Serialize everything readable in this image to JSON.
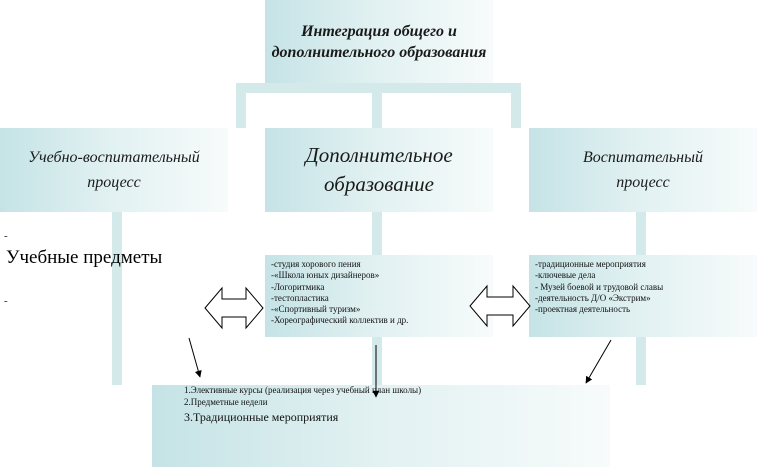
{
  "top": {
    "title": "Интеграция общего и дополнительного образования"
  },
  "middle": {
    "left": "Учебно-воспитательный процесс",
    "center": "Дополнительное образование",
    "right": "Воспитательный процесс"
  },
  "left_area": {
    "title": "Учебные предметы",
    "dash1": "-",
    "dash2": "-"
  },
  "center_list": [
    "-студия хорового пения",
    "-«Школа юных дизайнеров»",
    "-Логоритмика",
    "-тестопластика",
    "-«Спортивный туризм»",
    "-Хореографический коллектив и др."
  ],
  "right_list": [
    "-традиционные мероприятия",
    "-ключевые дела",
    "- Музей боевой и трудовой славы",
    "-деятельность Д/О «Экстрим»",
    "-проектная деятельность"
  ],
  "bottom": [
    "1.Элективные курсы (реализация через учебный план школы)",
    "2.Предметные недели",
    "3.Традиционные мероприятия"
  ]
}
